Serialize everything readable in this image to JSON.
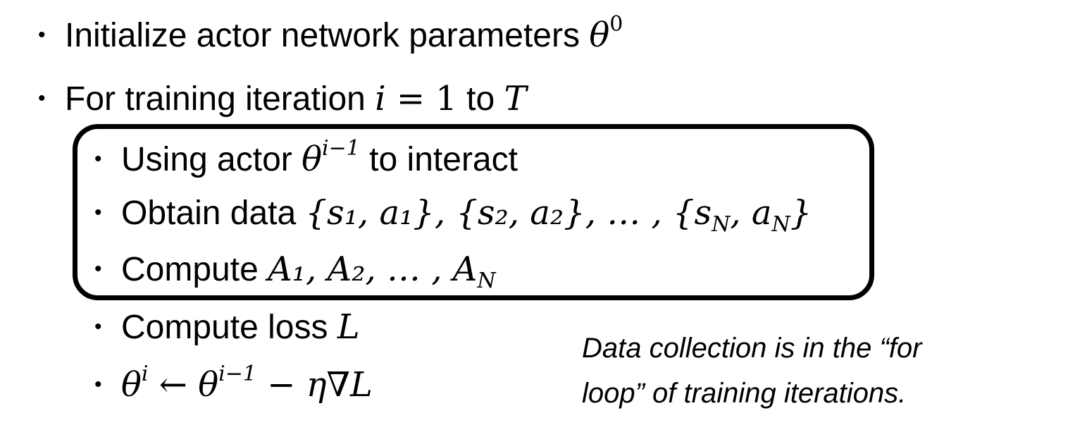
{
  "slide": {
    "level1": [
      {
        "bullet": "•",
        "text": "Initialize actor network parameters ",
        "math_base": "θ",
        "math_sup": "0"
      },
      {
        "bullet": "•",
        "text": "For training iteration ",
        "math_i": "i",
        "math_eq": " = 1",
        "text_to": " to ",
        "math_T": "T"
      }
    ],
    "boxed_steps": [
      {
        "bullet": "•",
        "text": "Using actor ",
        "math_base": "θ",
        "math_sup": "i−1",
        "text_after": " to interact"
      },
      {
        "bullet": "•",
        "text": "Obtain data ",
        "math": "{s₁, a₁}, {s₂, a₂}, … , {s",
        "math_sub_N1": "N",
        "math_mid": ", a",
        "math_sub_N2": "N",
        "math_end": "}"
      },
      {
        "bullet": "•",
        "text": "Compute ",
        "math": "A₁, A₂, … , A",
        "math_sub": "N"
      }
    ],
    "after_steps": [
      {
        "bullet": "•",
        "text": "Compute loss ",
        "math": "L"
      },
      {
        "bullet": "•",
        "math_a": "θ",
        "math_a_sup": "i",
        "math_arrow": " ← ",
        "math_b": "θ",
        "math_b_sup": "i−1",
        "math_rest": " − η∇L"
      }
    ],
    "note": {
      "line1": "Data collection is in the “for",
      "line2": "loop” of training iterations."
    }
  }
}
